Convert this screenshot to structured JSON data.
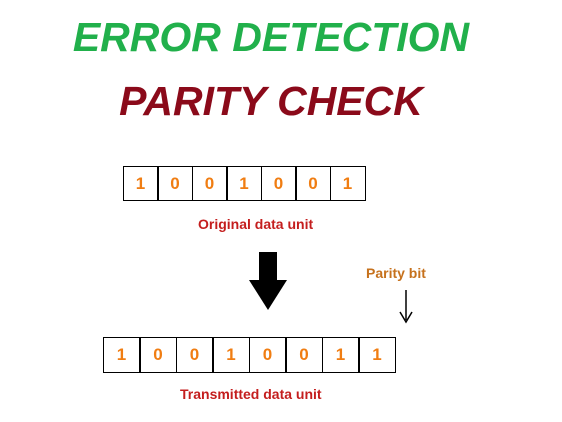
{
  "title": "ERROR DETECTION",
  "subtitle": "PARITY CHECK",
  "original": {
    "bits": [
      "1",
      "0",
      "0",
      "1",
      "0",
      "0",
      "1"
    ],
    "label": "Original data unit"
  },
  "transmitted": {
    "bits": [
      "1",
      "0",
      "0",
      "1",
      "0",
      "0",
      "1",
      "1"
    ],
    "label": "Transmitted data unit"
  },
  "parity_label": "Parity bit",
  "colors": {
    "title": "#21b04b",
    "subtitle": "#8b0a1a",
    "bit": "#f07d12",
    "caption": "#c41e1e",
    "parity_label": "#c6711c",
    "arrow": "#000000"
  }
}
